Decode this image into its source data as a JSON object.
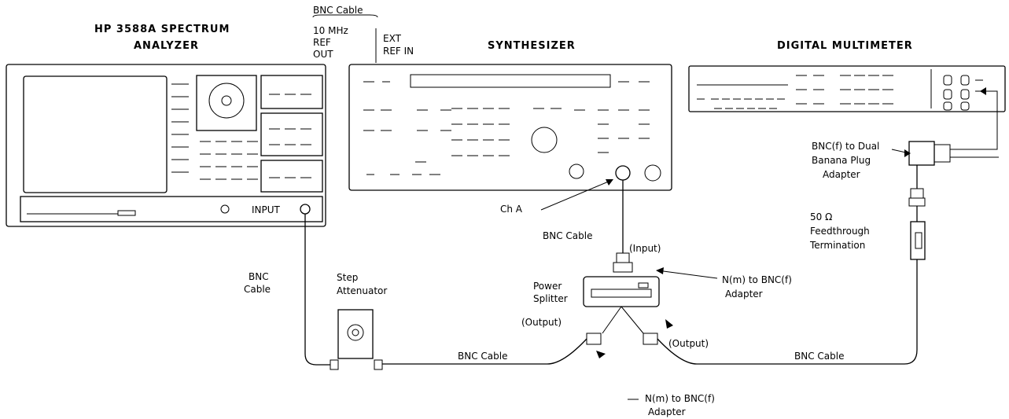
{
  "devices": {
    "spectrum_analyzer": {
      "title_line1": "HP 3588A SPECTRUM",
      "title_line2": "ANALYZER",
      "input_label": "INPUT"
    },
    "synthesizer": {
      "title": "SYNTHESIZER"
    },
    "multimeter": {
      "title": "DIGITAL MULTIMETER"
    }
  },
  "labels": {
    "bnc_cable_top": "BNC Cable",
    "ref_out_1": "10 MHz",
    "ref_out_2": "REF",
    "ref_out_3": "OUT",
    "ext_ref_1": "EXT",
    "ext_ref_2": "REF IN",
    "ch_a": "Ch A",
    "bnc_cable_synth": "BNC Cable",
    "input": "(Input)",
    "bnc_cable_left_1": "BNC",
    "bnc_cable_left_2": "Cable",
    "step_atten_1": "Step",
    "step_atten_2": "Attenuator",
    "power_splitter_1": "Power",
    "power_splitter_2": "Splitter",
    "output_left": "(Output)",
    "output_right": "(Output)",
    "bnc_cable_bottom_left": "BNC Cable",
    "bnc_cable_bottom_right": "BNC Cable",
    "nm_bnc_upper_1": "N(m) to BNC(f)",
    "nm_bnc_upper_2": "Adapter",
    "nm_bnc_lower_1": "N(m) to BNC(f)",
    "nm_bnc_lower_2": "Adapter",
    "banana_1": "BNC(f) to Dual",
    "banana_2": "Banana Plug",
    "banana_3": "Adapter",
    "feedthrough_1": "50 Ω",
    "feedthrough_2": "Feedthrough",
    "feedthrough_3": "Termination"
  }
}
